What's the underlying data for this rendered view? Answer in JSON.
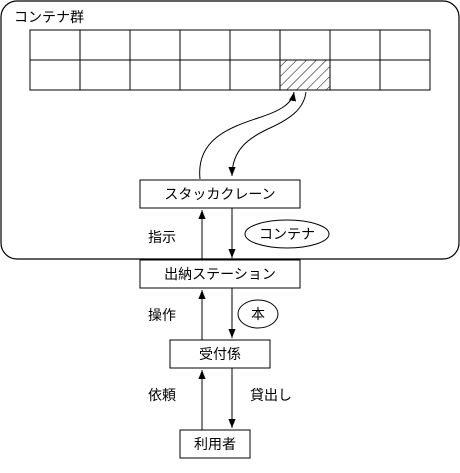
{
  "diagram": {
    "region_label": "コンテナ群",
    "grid": {
      "rows": 2,
      "cols": 8,
      "highlighted_cell": {
        "row": 2,
        "col": 6
      }
    },
    "nodes": {
      "crane": "スタッカクレーン",
      "station": "出納ステーション",
      "counter": "受付係",
      "user": "利用者"
    },
    "edge_labels": {
      "instruction": "指示",
      "container_item": "コンテナ",
      "operation": "操作",
      "book_item": "本",
      "request": "依頼",
      "lending": "貸出し"
    }
  }
}
